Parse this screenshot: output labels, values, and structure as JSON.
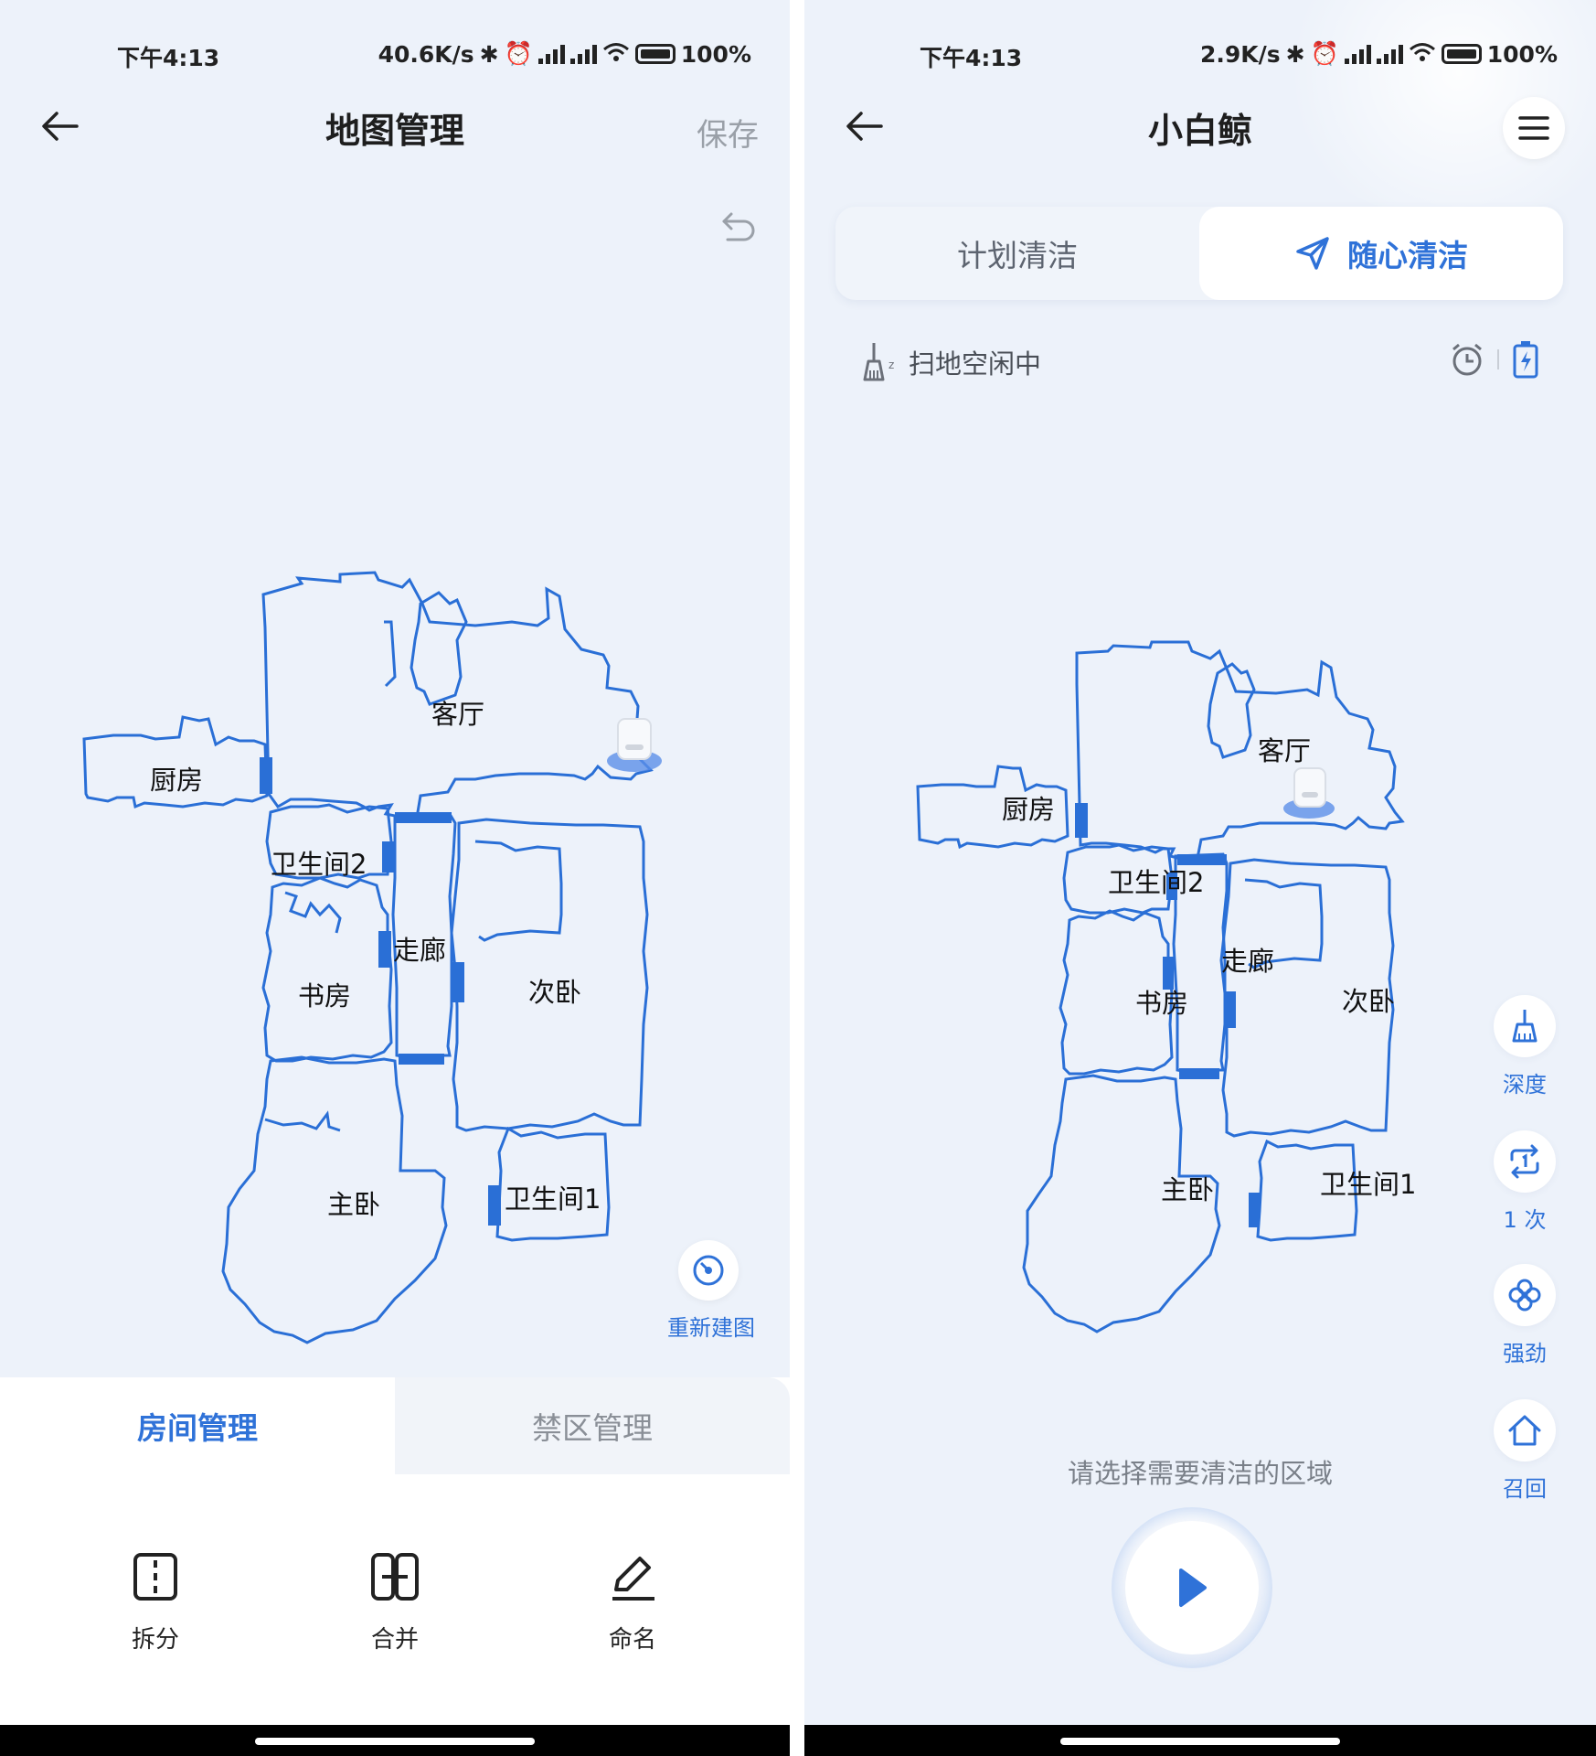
{
  "left": {
    "status": {
      "time": "下午4:13",
      "speed": "40.6K/s",
      "battery": "100%"
    },
    "nav": {
      "title": "地图管理",
      "save_label": "保存"
    },
    "rooms": {
      "living": "客厅",
      "kitchen": "厨房",
      "bath2": "卫生间2",
      "corridor": "走廊",
      "study": "书房",
      "second_bed": "次卧",
      "master_bed": "主卧",
      "bath1": "卫生间1"
    },
    "rebuild_label": "重新建图",
    "tabs": {
      "room_management": "房间管理",
      "nogo_management": "禁区管理"
    },
    "tools": {
      "split": "拆分",
      "merge": "合并",
      "rename": "命名"
    }
  },
  "right": {
    "status": {
      "time": "下午4:13",
      "speed": "2.9K/s",
      "battery": "100%"
    },
    "nav": {
      "title": "小白鲸"
    },
    "mode_tabs": {
      "plan": "计划清洁",
      "free": "随心清洁"
    },
    "robot_status": "扫地空闲中",
    "rooms": {
      "living": "客厅",
      "kitchen": "厨房",
      "bath2": "卫生间2",
      "corridor": "走廊",
      "study": "书房",
      "second_bed": "次卧",
      "master_bed": "主卧",
      "bath1": "卫生间1"
    },
    "side_buttons": {
      "deep": "深度",
      "times": "1 次",
      "power": "强劲",
      "recall": "召回"
    },
    "hint": "请选择需要清洁的区域"
  },
  "colors": {
    "accent": "#2f72d8",
    "wall": "#2a6fd6",
    "background": "#edf2fa"
  },
  "icons": [
    "back-arrow-icon",
    "undo-icon",
    "menu-icon",
    "rebuild-map-icon",
    "split-icon",
    "merge-icon",
    "rename-icon",
    "send-icon",
    "broom-icon",
    "alarm-icon",
    "battery-charge-icon",
    "deep-clean-icon",
    "repeat-icon",
    "fan-icon",
    "home-icon",
    "play-icon"
  ]
}
